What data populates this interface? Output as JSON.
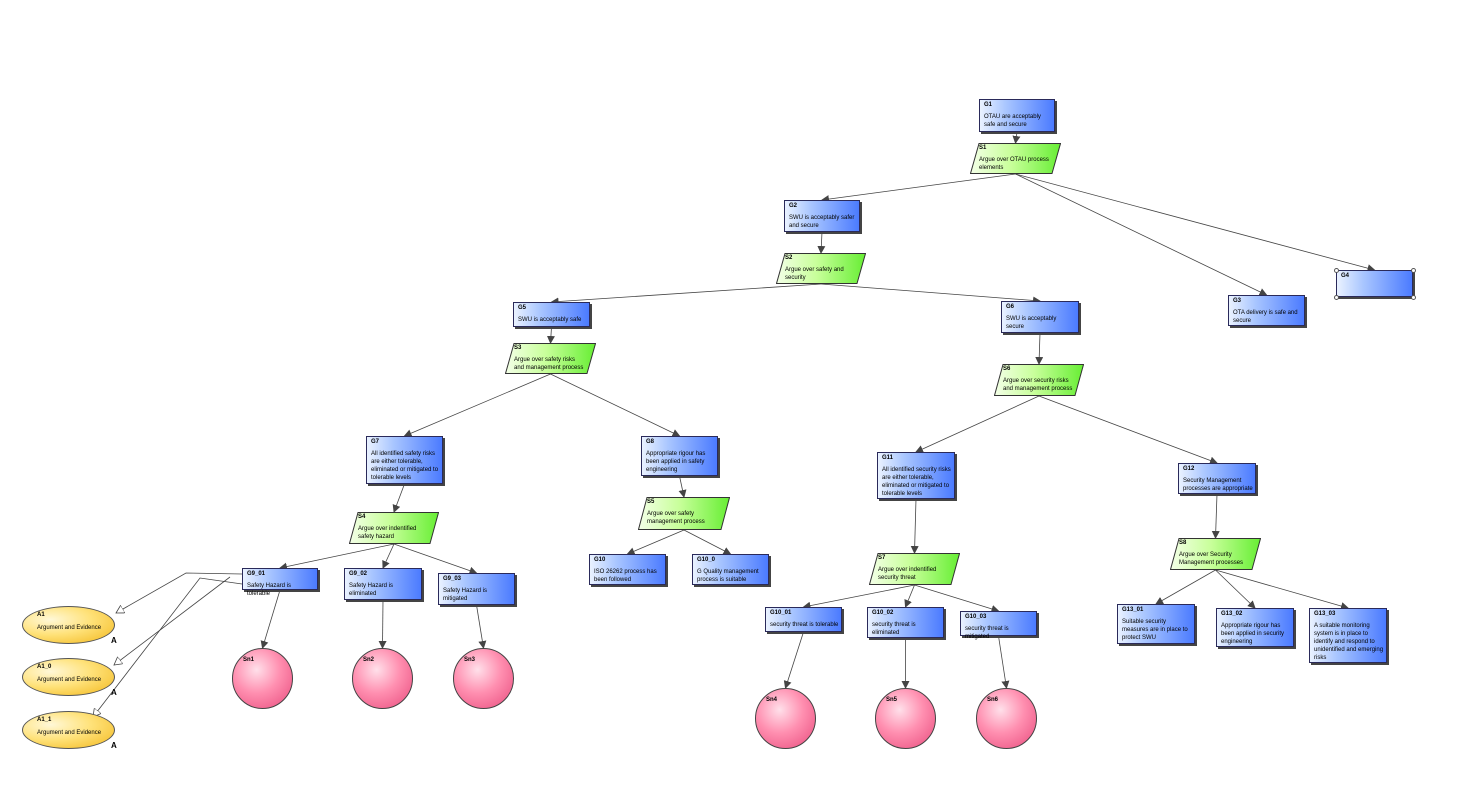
{
  "diagram": {
    "goals": [
      {
        "id": "G1",
        "text": "OTAU are acceptably safe and secure"
      },
      {
        "id": "G2",
        "text": "SWU is acceptably safer and secure"
      },
      {
        "id": "G3",
        "text": "OTA delivery is safe and secure"
      },
      {
        "id": "G4",
        "text": ""
      },
      {
        "id": "G5",
        "text": "SWU is acceptably safe"
      },
      {
        "id": "G6",
        "text": "SWU is acceptably secure"
      },
      {
        "id": "G7",
        "text": "All identified safety risks are either tolerable, eliminated or mitigated to tolerable levels"
      },
      {
        "id": "G8",
        "text": "Appropriate rigour has been applied in safety engineering"
      },
      {
        "id": "G9_01",
        "text": "Safety Hazard is tolerable"
      },
      {
        "id": "G9_02",
        "text": "Safety Hazard is eliminated"
      },
      {
        "id": "G9_03",
        "text": "Safety Hazard is mitigated"
      },
      {
        "id": "G10",
        "text": "ISO 26262 process has been followed"
      },
      {
        "id": "G10_0",
        "text": "G Quality management process is suitable"
      },
      {
        "id": "G11",
        "text": " All identified security risks are either tolerable, eliminated or mitigated to tolerable levels"
      },
      {
        "id": "G12",
        "text": "Security Management processes are appropriate"
      },
      {
        "id": "G10_01",
        "text": "security threat is tolerable"
      },
      {
        "id": "G10_02",
        "text": "security threat is eliminated"
      },
      {
        "id": "G10_03",
        "text": "security threat is mitigated"
      },
      {
        "id": "G13_01",
        "text": "Suitable security measures are in place to protect SWU"
      },
      {
        "id": "G13_02",
        "text": "Appropriate rigour has been applied in security engineering"
      },
      {
        "id": "G13_03",
        "text": "A suitable monitoring system is in place to identify and respond to unidentified and emerging risks"
      }
    ],
    "strategies": [
      {
        "id": "S1",
        "text": "Argue over OTAU process elements"
      },
      {
        "id": "S2",
        "text": "Argue over safety and security"
      },
      {
        "id": "S3",
        "text": "Argue over safety risks and management process"
      },
      {
        "id": "S4",
        "text": "Argue over indentified safety hazard"
      },
      {
        "id": "S5",
        "text": "Argue over safety management process"
      },
      {
        "id": "S6",
        "text": "Argue over security risks and management process"
      },
      {
        "id": "S7",
        "text": "Argue over indentified security threat"
      },
      {
        "id": "S8",
        "text": "Argue over Security Management processes"
      }
    ],
    "assumptions": [
      {
        "id": "A1",
        "text": "Argument and Evidence",
        "mark": "A"
      },
      {
        "id": "A1_0",
        "text": "Argument and Evidence",
        "mark": "A"
      },
      {
        "id": "A1_1",
        "text": "Argument and Evidence",
        "mark": "A"
      }
    ],
    "solutions": [
      {
        "id": "Sn1"
      },
      {
        "id": "Sn2"
      },
      {
        "id": "Sn3"
      },
      {
        "id": "Sn4"
      },
      {
        "id": "Sn5"
      },
      {
        "id": "Sn6"
      }
    ],
    "edges": [
      [
        "G1",
        "S1"
      ],
      [
        "S1",
        "G2"
      ],
      [
        "S1",
        "G3"
      ],
      [
        "S1",
        "G4"
      ],
      [
        "G2",
        "S2"
      ],
      [
        "S2",
        "G5"
      ],
      [
        "S2",
        "G6"
      ],
      [
        "G5",
        "S3"
      ],
      [
        "S3",
        "G7"
      ],
      [
        "S3",
        "G8"
      ],
      [
        "G7",
        "S4"
      ],
      [
        "S4",
        "G9_01"
      ],
      [
        "S4",
        "G9_02"
      ],
      [
        "S4",
        "G9_03"
      ],
      [
        "G8",
        "S5"
      ],
      [
        "S5",
        "G10"
      ],
      [
        "S5",
        "G10_0"
      ],
      [
        "G6",
        "S6"
      ],
      [
        "S6",
        "G11"
      ],
      [
        "S6",
        "G12"
      ],
      [
        "G11",
        "S7"
      ],
      [
        "S7",
        "G10_01"
      ],
      [
        "S7",
        "G10_02"
      ],
      [
        "S7",
        "G10_03"
      ],
      [
        "G12",
        "S8"
      ],
      [
        "S8",
        "G13_01"
      ],
      [
        "S8",
        "G13_02"
      ],
      [
        "S8",
        "G13_03"
      ],
      [
        "G9_01",
        "Sn1"
      ],
      [
        "G9_02",
        "Sn2"
      ],
      [
        "G9_03",
        "Sn3"
      ],
      [
        "G10_01",
        "Sn4"
      ],
      [
        "G10_02",
        "Sn5"
      ],
      [
        "G10_03",
        "Sn6"
      ]
    ],
    "context_edges": [
      [
        "G9_01",
        "A1"
      ],
      [
        "G9_01",
        "A1_0"
      ],
      [
        "G9_01",
        "A1_1"
      ]
    ]
  }
}
